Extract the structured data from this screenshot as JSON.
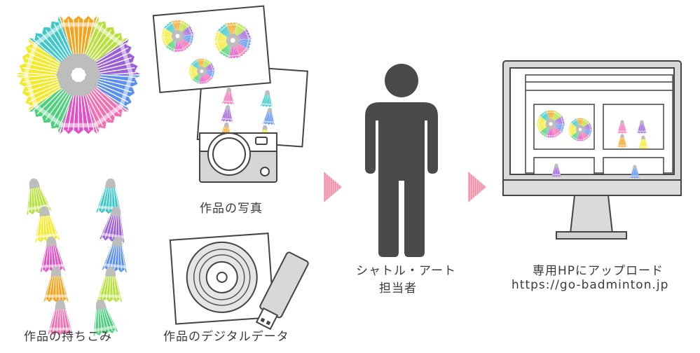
{
  "labels": {
    "bring_in": "作品の持ちこみ",
    "photo": "作品の写真",
    "digital": "作品のデジタルデータ",
    "person": "シャトル・アート",
    "person2": "担当者",
    "upload": "専用HPにアップロード",
    "url": "https://go-badminton.jp"
  },
  "colors": {
    "pink": "#f36fb0",
    "orange": "#f7a21b",
    "yellow": "#f2e92a",
    "lime": "#b6e13a",
    "green": "#4cd07a",
    "teal": "#3cc7c9",
    "blue": "#5a8ff0",
    "purple": "#9b5fd8",
    "magenta": "#e34fc4",
    "arrow": "#f2a1b4",
    "person": "#4a4a4a",
    "device": "#d7d7d7"
  }
}
